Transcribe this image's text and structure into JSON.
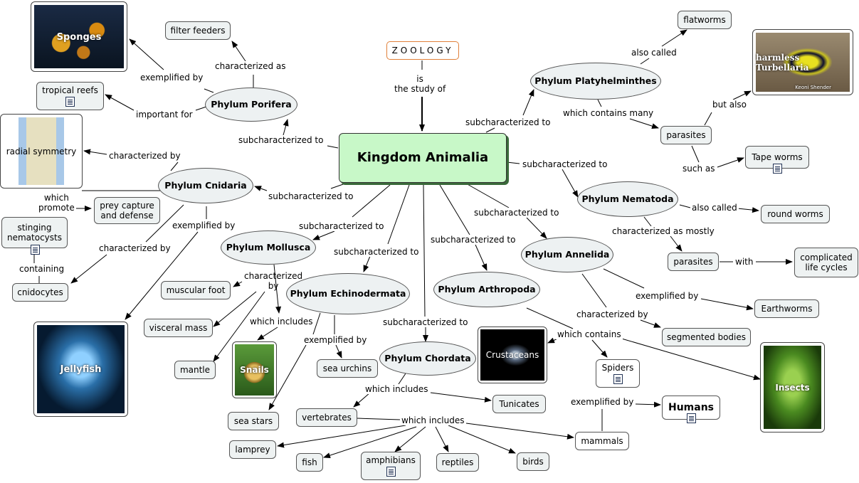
{
  "root": "Kingdom Animalia",
  "zoology": "ZOOLOGY",
  "labels": {
    "is_study": "is\nthe study of",
    "sub1": "subcharacterized to",
    "sub2": "subcharacterized to",
    "sub3": "subcharacterized to",
    "sub4": "subcharacterized to",
    "sub5": "subcharacterized to",
    "sub6": "subcharacterized to",
    "sub7": "subcharacterized to",
    "sub8": "subcharacterized to",
    "sub9": "subcharacterized to",
    "exemplified_porifera": "exemplified by",
    "characterized_as": "characterized as",
    "important_for": "important for",
    "characterized_by_cnid": "characterized by",
    "which_promote": "which\npromote",
    "exemplified_cnid": "exemplified by",
    "characterized_by_cnid2": "characterized by",
    "containing": "containing",
    "characterized_by_moll": "characterized\nby",
    "which_includes_moll": "which includes",
    "exemplified_echino": "exemplified by",
    "which_includes_chord": "which includes",
    "which_includes_vert": "which includes",
    "exemplified_mammals": "exemplified by",
    "which_contains_arth": "which contains",
    "characterized_by_annel": "characterized by",
    "exemplified_annel": "exemplified by",
    "also_called_nema": "also called",
    "characterized_mostly": "characterized as mostly",
    "with": "with",
    "also_called_plat": "also called",
    "which_contains_many": "which contains many",
    "but_also": "but also",
    "such_as": "such as"
  },
  "nodes": {
    "porifera": "Phylum Porifera",
    "cnidaria": "Phylum Cnidaria",
    "mollusca": "Phylum Mollusca",
    "echinodermata": "Phylum Echinodermata",
    "chordata": "Phylum Chordata",
    "arthropoda": "Phylum Arthropoda",
    "annelida": "Phylum Annelida",
    "nematoda": "Phylum Nematoda",
    "platyhelminthes": "Phylum Platyhelminthes",
    "filter_feeders": "filter feeders",
    "tropical_reefs": "tropical reefs",
    "prey_capture": "prey capture\nand defense",
    "stinging": "stinging\nnematocysts",
    "cnidocytes": "cnidocytes",
    "muscular_foot": "muscular foot",
    "visceral_mass": "visceral mass",
    "mantle": "mantle",
    "sea_urchins": "sea urchins",
    "sea_stars": "sea stars",
    "vertebrates": "vertebrates",
    "tunicates": "Tunicates",
    "lamprey": "lamprey",
    "fish": "fish",
    "amphibians": "amphibians",
    "reptiles": "reptiles",
    "birds": "birds",
    "mammals": "mammals",
    "humans": "Humans",
    "spiders": "Spiders",
    "segmented_bodies": "segmented bodies",
    "earthworms": "Earthworms",
    "round_worms": "round worms",
    "parasites_nema": "parasites",
    "complicated": "complicated\nlife cycles",
    "flatworms": "flatworms",
    "parasites_plat": "parasites",
    "tape_worms": "Tape worms"
  },
  "images": {
    "sponges": "Sponges",
    "radial": "radial symmetry",
    "jellyfish": "Jellyfish",
    "snails": "Snails",
    "crustaceans": "Crustaceans",
    "insects": "Insects",
    "turbellaria": "harmless Turbellaria",
    "turbellaria_credit": "Keoni Shender"
  }
}
